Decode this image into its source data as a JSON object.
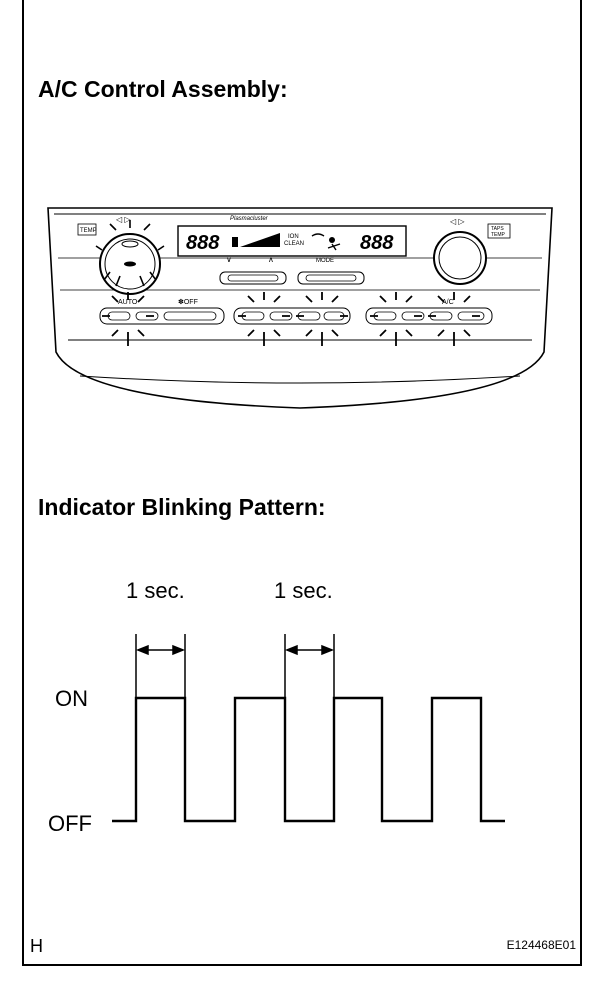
{
  "headings": {
    "assembly": "A/C Control Assembly:",
    "pattern": "Indicator Blinking Pattern:"
  },
  "panel": {
    "brand": "Plasmacluster",
    "left_display": "888",
    "right_display": "888",
    "ion_label_1": "ION",
    "ion_label_2": "CLEAN",
    "mode_label": "MODE",
    "temp_left": "TEMP",
    "temp_right_1": "TAPS",
    "temp_right_2": "TEMP",
    "auto_label": "AUTO",
    "off_label": "✽OFF",
    "ac_label": "A/C"
  },
  "timing": {
    "on_label": "ON",
    "off_label": "OFF",
    "interval_label_1": "1 sec.",
    "interval_label_2": "1 sec."
  },
  "footer": {
    "corner": "H",
    "figure_code": "E124468E01"
  }
}
